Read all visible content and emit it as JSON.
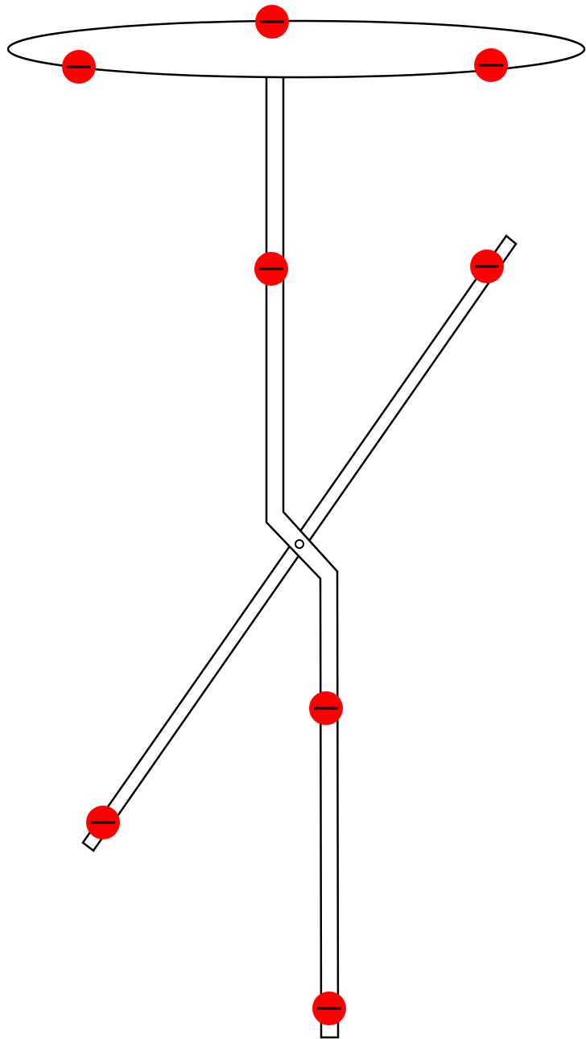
{
  "colors": {
    "background": "#ffffff",
    "outline": "#000000",
    "marker": "#ff0000"
  },
  "parts": {
    "plate": "ellipse",
    "vertical_rod": "bent-rod",
    "diagonal_rod": "straight-rod",
    "pivot": "hinge-circle"
  },
  "marker_icon": "minus-in-red-circle",
  "markers": [
    {
      "id": "marker-plate-top"
    },
    {
      "id": "marker-plate-left"
    },
    {
      "id": "marker-plate-right"
    },
    {
      "id": "marker-vertical-rod-upper"
    },
    {
      "id": "marker-diagonal-rod-top"
    },
    {
      "id": "marker-vertical-rod-lower"
    },
    {
      "id": "marker-diagonal-rod-bottom"
    },
    {
      "id": "marker-vertical-rod-bottom"
    }
  ]
}
